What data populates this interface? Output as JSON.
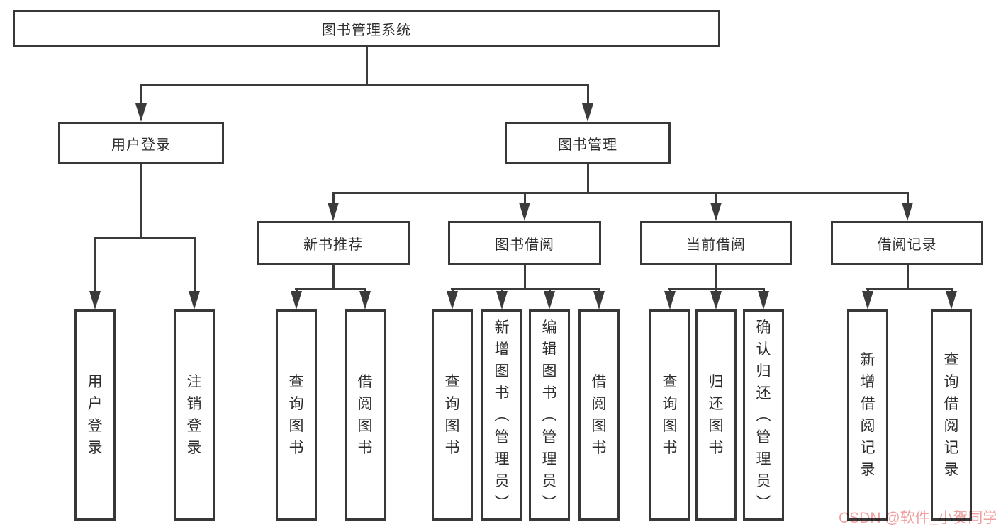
{
  "tree": {
    "root": "图书管理系统",
    "branches": [
      {
        "label": "用户登录",
        "children": [
          "用户登录",
          "注销登录"
        ]
      },
      {
        "label": "图书管理",
        "sections": [
          {
            "label": "新书推荐",
            "children": [
              "查询图书",
              "借阅图书"
            ]
          },
          {
            "label": "图书借阅",
            "children": [
              "查询图书",
              "新增图书（管理员）",
              "编辑图书（管理员）",
              "借阅图书"
            ]
          },
          {
            "label": "当前借阅",
            "children": [
              "查询图书",
              "归还图书",
              "确认归还（管理员）"
            ]
          },
          {
            "label": "借阅记录",
            "children": [
              "新增借阅记录",
              "查询借阅记录"
            ]
          }
        ]
      }
    ]
  },
  "watermark": {
    "text": "CSDN @软件_小贺同学"
  },
  "colors": {
    "line": "#3b3b3b",
    "box_border": "#383838",
    "text": "#2d2d2d",
    "watermark": "#ef9f9f"
  }
}
